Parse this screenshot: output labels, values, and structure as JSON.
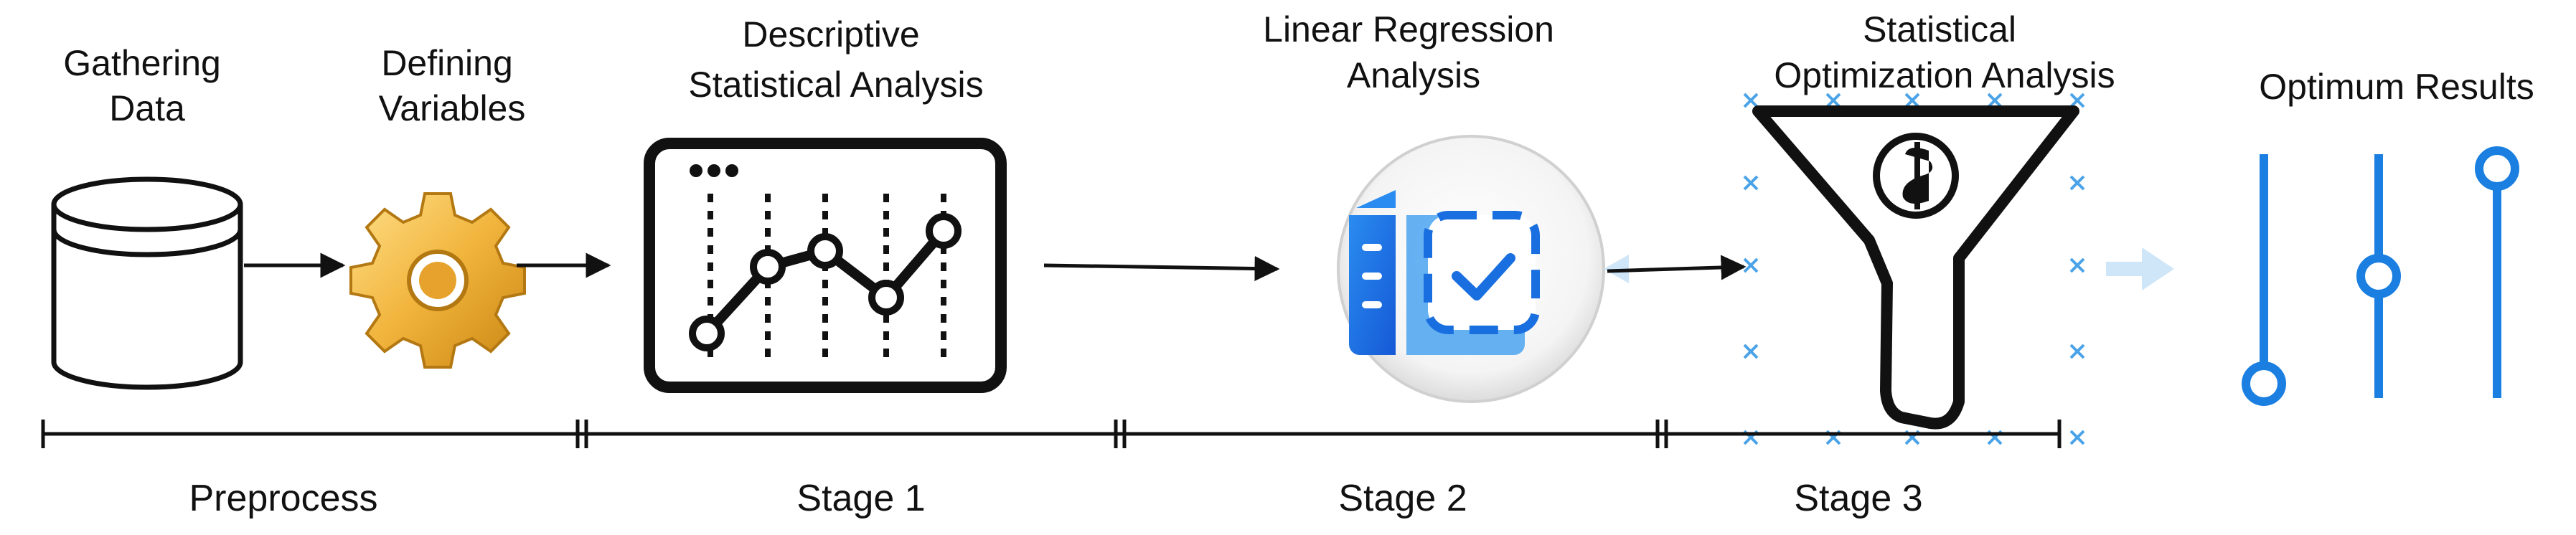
{
  "steps": [
    {
      "id": "gathering",
      "label_lines": [
        "Gathering",
        "Data"
      ],
      "icon": "database-icon"
    },
    {
      "id": "defining",
      "label_lines": [
        "Defining",
        "Variables"
      ],
      "icon": "gear-icon"
    },
    {
      "id": "descriptive",
      "label_lines": [
        "Descriptive",
        "Statistical Analysis"
      ],
      "icon": "line-chart-icon"
    },
    {
      "id": "regression",
      "label_lines": [
        "Linear Regression",
        "Analysis"
      ],
      "icon": "document-check-icon"
    },
    {
      "id": "optimization",
      "label_lines": [
        "Statistical",
        "Optimization Analysis"
      ],
      "icon": "funnel-dollar-icon"
    },
    {
      "id": "results",
      "label_lines": [
        "Optimum Results"
      ],
      "icon": "sliders-icon"
    }
  ],
  "stages": [
    "Preprocess",
    "Stage 1",
    "Stage 2",
    "Stage 3"
  ],
  "colors": {
    "ink": "#111111",
    "accent_blue": "#1a7fe0",
    "gear_gold": "#f1b43c",
    "cross_blue": "#4aa3e8",
    "faint_arrow": "#cfe6f8"
  }
}
